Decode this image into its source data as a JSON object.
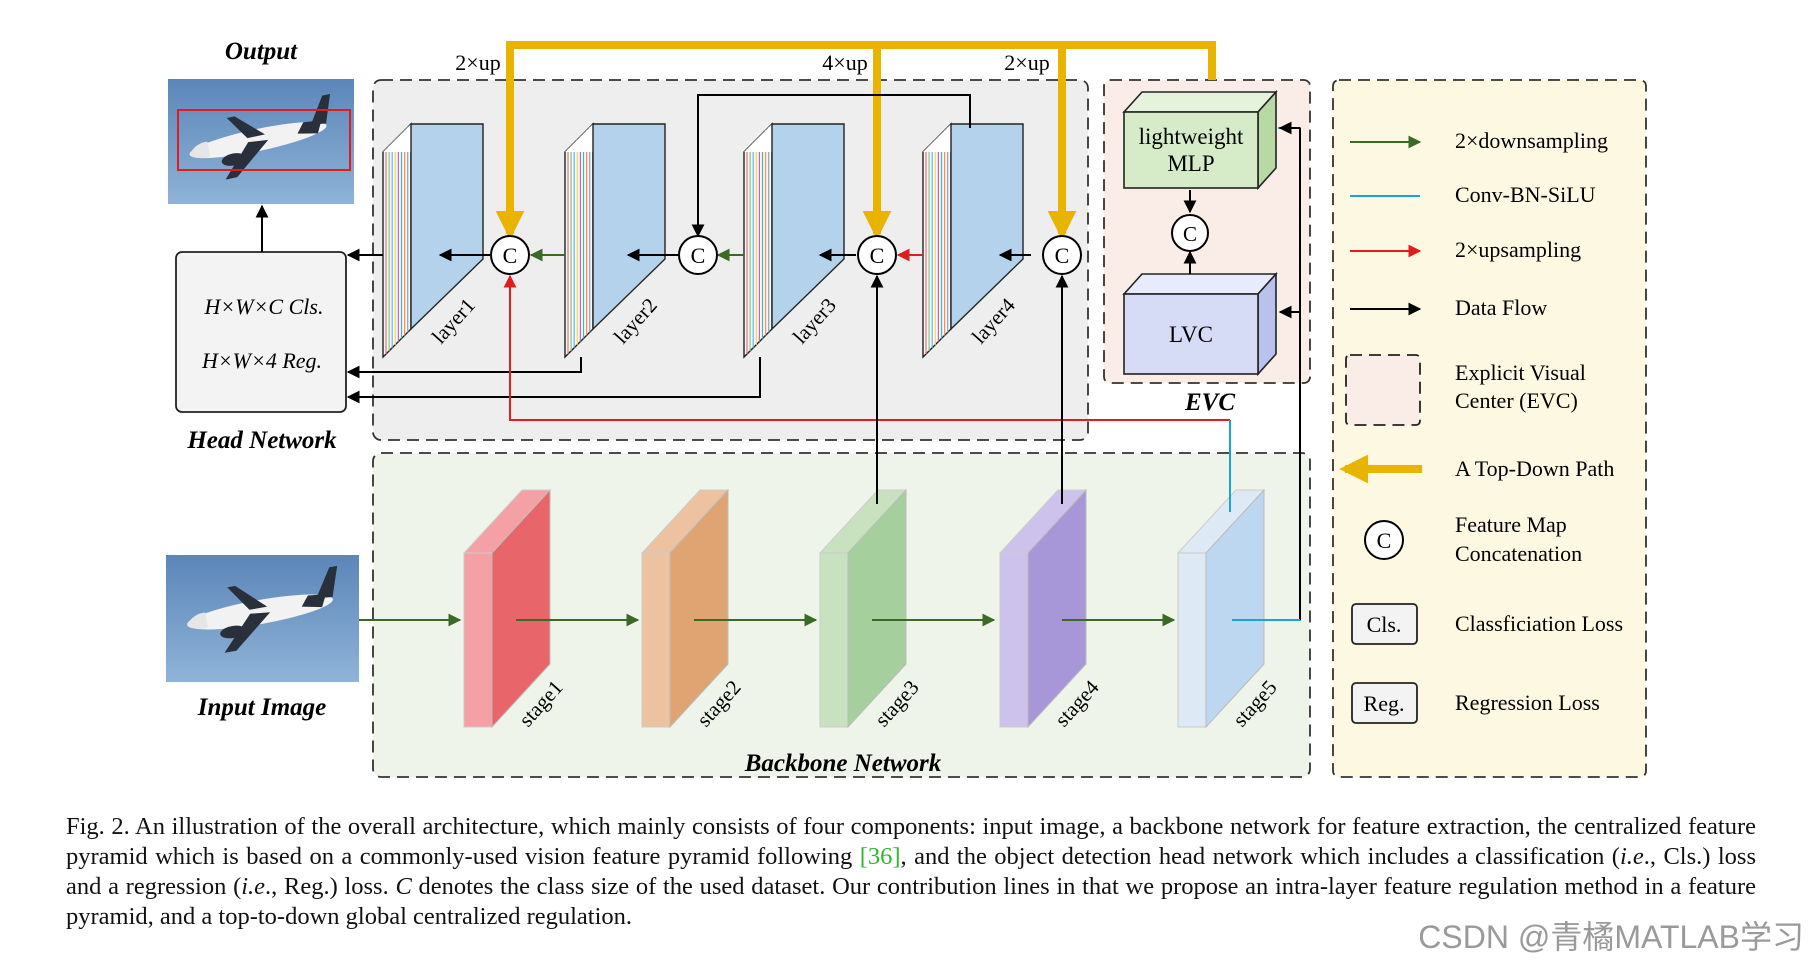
{
  "colors": {
    "downsampling": "#3a6a24",
    "conv_bn_silu": "#1aa3d8",
    "upsampling": "#e01c1c",
    "data_flow": "#000000",
    "top_down_path": "#e9b400",
    "evc_fill": "#faece6",
    "legend_fill": "#fdf8e2",
    "backbone_fill": "#eef4ea",
    "pyramid_fill": "#eeeeee",
    "mlp_fill": "#d6ecc9",
    "lvc_fill": "#d6dcf6",
    "layer_front": "#b5d2ec",
    "stage_colors": [
      "#e8656a",
      "#e0a372",
      "#a6cf9e",
      "#a897d8",
      "#bcd7ef"
    ],
    "stage_light": [
      "#f4a0a4",
      "#ecc2a0",
      "#c8e2c0",
      "#ccc2ec",
      "#dde9f5"
    ]
  },
  "labels": {
    "output": "Output",
    "head_network": "Head Network",
    "input_image": "Input Image",
    "backbone_network": "Backbone Network",
    "evc": "EVC",
    "up_left": "2×up",
    "up_mid": "4×up",
    "up_right": "2×up",
    "concat": "C",
    "head_cls": "H×W×C  Cls.",
    "head_reg": "H×W×4  Reg.",
    "mlp_line1": "lightweight",
    "mlp_line2": "MLP",
    "lvc": "LVC",
    "layers": [
      "layer1",
      "layer2",
      "layer3",
      "layer4"
    ],
    "stages": [
      "stage1",
      "stage2",
      "stage3",
      "stage4",
      "stage5"
    ]
  },
  "legend": {
    "downsampling": "2×downsampling",
    "conv": "Conv-BN-SiLU",
    "upsampling": "2×upsampling",
    "data_flow": "Data Flow",
    "evc_line1": "Explicit Visual",
    "evc_line2": "Center (EVC)",
    "top_down": "A Top-Down Path",
    "concat_line1": "Feature Map",
    "concat_line2": "Concatenation",
    "concat_symbol": "C",
    "cls_box": "Cls.",
    "cls_label": "Classficiation Loss",
    "reg_box": "Reg.",
    "reg_label": "Regression Loss"
  },
  "caption": {
    "part1": "Fig. 2.   An illustration of the overall architecture, which mainly consists of four components: input image, a backbone network for feature extraction, the centralized feature pyramid which is based on a commonly-used vision feature pyramid following ",
    "ref": "[36]",
    "part2": ", and the object detection head network which includes a classification (",
    "ie1": "i.e",
    "part3": "., Cls.) loss and a regression (",
    "ie2": "i.e",
    "part4": "., Reg.) loss. ",
    "c": "C",
    "part5": " denotes the class size of the used dataset. Our contribution lines in that we propose an intra-layer feature regulation method in a feature pyramid, and a top-to-down global centralized regulation."
  },
  "watermark": "CSDN @青橘MATLAB学习"
}
